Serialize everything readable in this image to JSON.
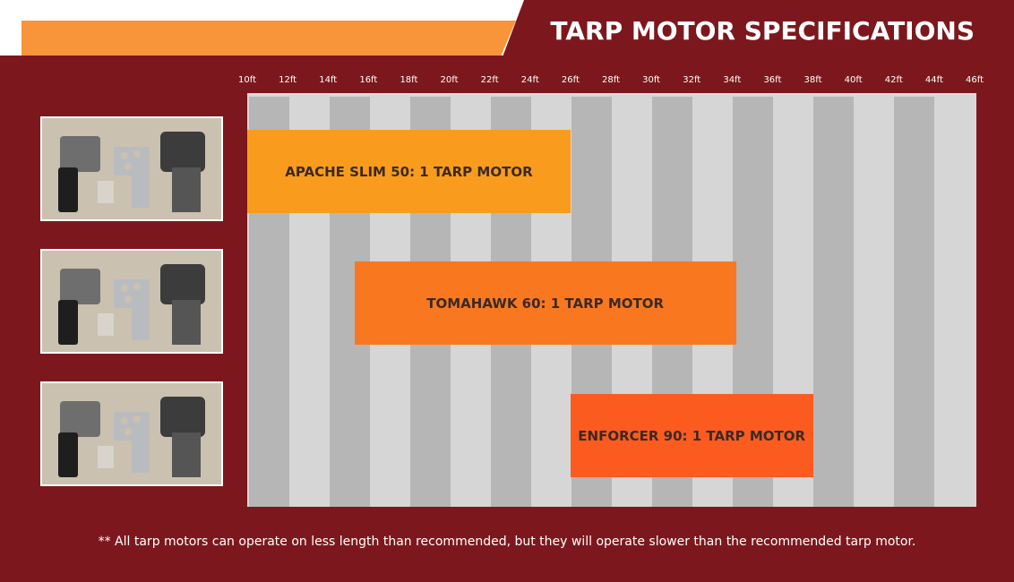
{
  "header": {
    "title": "TARP MOTOR SPECIFICATIONS"
  },
  "chart_data": {
    "type": "bar",
    "orientation": "horizontal-range",
    "title": "TARP MOTOR SPECIFICATIONS",
    "x_ticks": [
      "10ft",
      "12ft",
      "14ft",
      "16ft",
      "18ft",
      "20ft",
      "22ft",
      "24ft",
      "26ft",
      "28ft",
      "30ft",
      "32ft",
      "34ft",
      "36ft",
      "38ft",
      "40ft",
      "42ft",
      "44ft",
      "46ft"
    ],
    "xlim": [
      10,
      46
    ],
    "unit": "ft",
    "series": [
      {
        "name": "APACHE SLIM 50: 1 TARP MOTOR",
        "start": 10,
        "end": 26,
        "color": "#f99c1d"
      },
      {
        "name": "TOMAHAWK 60: 1 TARP MOTOR",
        "start": 15.3,
        "end": 34.2,
        "color": "#f9781f"
      },
      {
        "name": "ENFORCER 90: 1 TARP MOTOR",
        "start": 26,
        "end": 38,
        "color": "#fb5b1f"
      }
    ]
  },
  "footnote": "** All tarp motors can operate on less length than recommended, but they will operate slower than the recommended tarp motor."
}
